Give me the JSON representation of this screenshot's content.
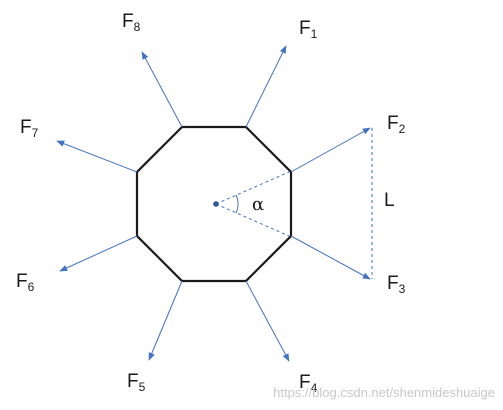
{
  "forces": [
    {
      "letter": "F",
      "index": "1"
    },
    {
      "letter": "F",
      "index": "2"
    },
    {
      "letter": "F",
      "index": "3"
    },
    {
      "letter": "F",
      "index": "4"
    },
    {
      "letter": "F",
      "index": "5"
    },
    {
      "letter": "F",
      "index": "6"
    },
    {
      "letter": "F",
      "index": "7"
    },
    {
      "letter": "F",
      "index": "8"
    }
  ],
  "angle_label": "α",
  "length_label": "L",
  "watermark": "https://blog.csdn.net/shenmideshuaige",
  "colors": {
    "octagon": "#1a1a1a",
    "arrow": "#4472c4",
    "text": "#1a1a1a",
    "watermark": "#c8c8c8"
  }
}
